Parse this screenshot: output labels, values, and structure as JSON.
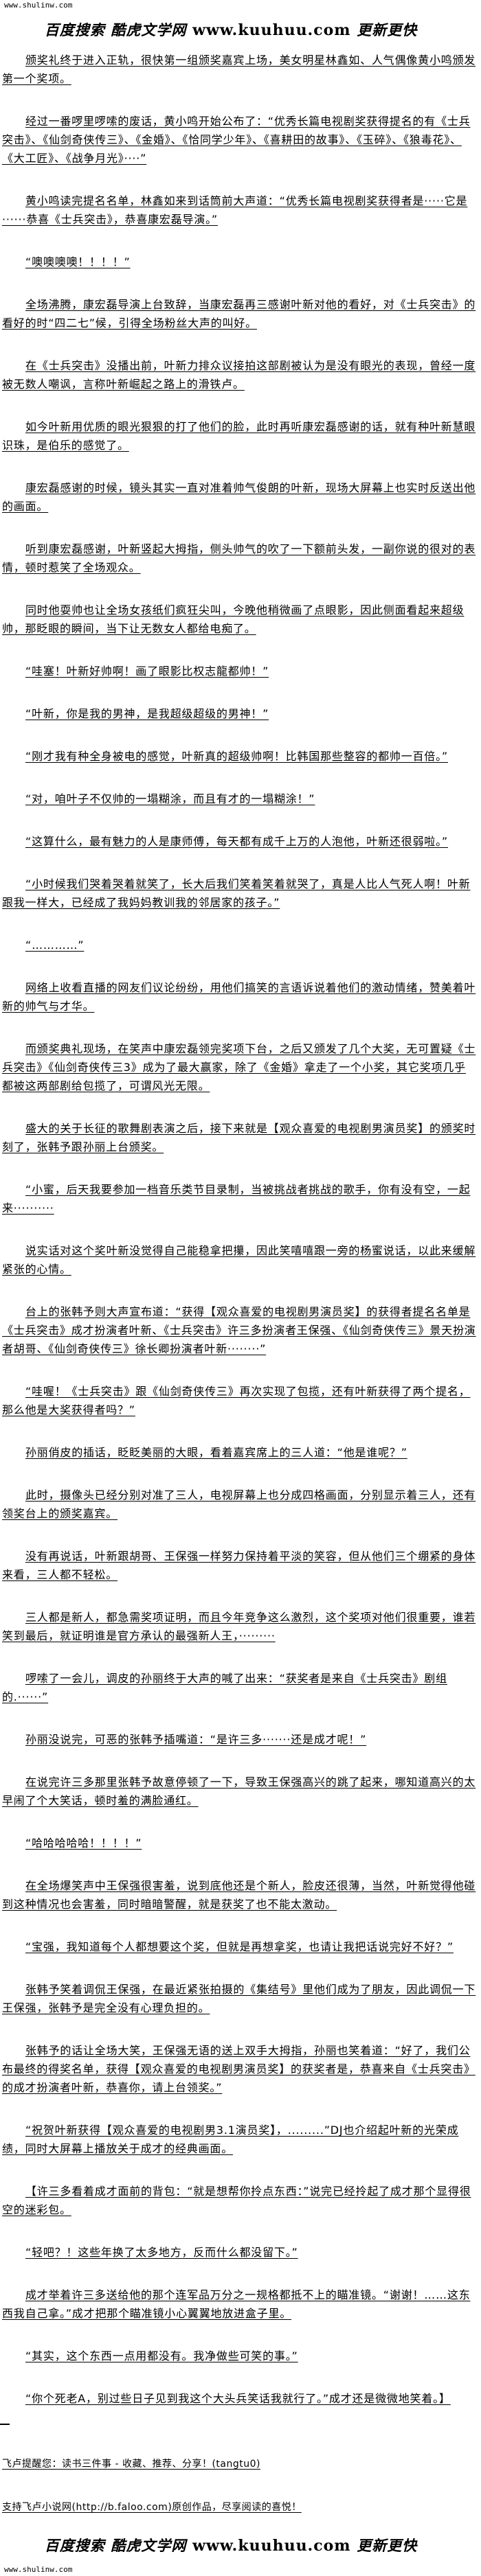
{
  "header": {
    "site_url": "www.shulinw.com",
    "banner": {
      "search_text": "百度搜索",
      "site_name": "酷虎文学网",
      "domain": "www.kuuhuu.com",
      "slogan": "更新更快"
    }
  },
  "paragraphs": [
    "颁奖礼终于进入正轨，很快第一组颁奖嘉宾上场，美女明星林鑫如、人气偶像黄小鸣颁发第一个奖项。",
    "经过一番啰里啰嗦的废话，黄小鸣开始公布了：“优秀长篇电视剧奖获得提名的有《士兵突击》、《仙剑奇侠传三》、《金婚》、《恰同学少年》、《喜耕田的故事》、《玉碎》、《狼毒花》、《大工匠》、《战争月光》····”",
    "黄小鸣读完提名名单，林鑫如来到话筒前大声道：“优秀长篇电视剧奖获得者是·····它是······恭喜《士兵突击》，恭喜康宏磊导演。”",
    "“噢噢噢噢！！！！”",
    "全场沸腾，康宏磊导演上台致辞，当康宏磊再三感谢叶新对他的看好，对《士兵突击》的看好的时“四二七”候，引得全场粉丝大声的叫好。",
    "在《士兵突击》没播出前，叶新力排众议接拍这部剧被认为是没有眼光的表现，曾经一度被无数人嘲讽，言称叶新崛起之路上的滑铁卢。",
    "如今叶新用优质的眼光狠狠的打了他们的脸，此时再听康宏磊感谢的话，就有种叶新慧眼识珠，是伯乐的感觉了。",
    "康宏磊感谢的时候，镜头其实一直对准着帅气俊朗的叶新，现场大屏幕上也实时反送出他的画面。",
    "听到康宏磊感谢，叶新竖起大拇指，侧头帅气的吹了一下额前头发，一副你说的很对的表情，顿时惹笑了全场观众。",
    "同时他耍帅也让全场女孩纸们疯狂尖叫，今晚他稍微画了点眼影，因此侧面看起来超级帅，那眨眼的瞬间，当下让无数女人都给电痴了。",
    "“哇塞！叶新好帅啊！画了眼影比权志龍都帅！”",
    "“叶新，你是我的男神，是我超级超级的男神！”",
    "“刚才我有种全身被电的感觉，叶新真的超级帅啊！比韩国那些整容的都帅一百倍。”",
    "“对，咱叶子不仅帅的一塌糊涂，而且有才的一塌糊涂！”",
    "“这算什么，最有魅力的人是康师傅，每天都有成千上万的人泡他，叶新还很弱啦。”",
    "“小时候我们哭着哭着就笑了，长大后我们笑着笑着就哭了，真是人比人气死人啊！叶新跟我一样大，已经成了我妈妈教训我的邻居家的孩子。”",
    "“…………”",
    "网络上收看直播的网友们议论纷纷，用他们搞笑的言语诉说着他们的激动情绪，赞美着叶新的帅气与才华。",
    "而颁奖典礼现场，在笑声中康宏磊领完奖项下台，之后又颁发了几个大奖，无可置疑《士兵突击》《仙剑奇侠传三3》成为了最大赢家，除了《金婚》拿走了一个小奖，其它奖项几乎都被这两部剧给包揽了，可谓风光无限。",
    "盛大的关于长征的歌舞剧表演之后，接下来就是【观众喜爱的电视剧男演员奖】的颁奖时刻了，张韩予跟孙丽上台颁奖。",
    "“小蜜，后天我要参加一档音乐类节目录制，当被挑战者挑战的歌手，你有没有空，一起来··········",
    "说实话对这个奖叶新没觉得自己能稳拿把攥，因此笑嘻嘻跟一旁的杨蜜说话，以此来缓解紧张的心情。",
    "台上的张韩予则大声宣布道：“获得【观众喜爱的电视剧男演员奖】的获得者提名名单是《士兵突击》成才扮演者叶新、《士兵突击》许三多扮演者王保强、《仙剑奇侠传三》景天扮演者胡哥、《仙剑奇侠传三》徐长卿扮演者叶新········”",
    "“哇喔！《士兵突击》跟《仙剑奇侠传三》再次实现了包揽，还有叶新获得了两个提名，那么他是大奖获得者吗？”",
    "孙丽俏皮的插话，眨眨美丽的大眼，看着嘉宾席上的三人道：“他是谁呢？”",
    "此时，摄像头已经分别对准了三人，电视屏幕上也分成四格画面，分别显示着三人，还有领奖台上的颁奖嘉宾。",
    "没有再说话，叶新跟胡哥、王保强一样努力保持着平淡的笑容，但从他们三个绷紧的身体来看，三人都不轻松。",
    "三人都是新人，都急需奖项证明，而且今年竞争这么激烈，这个奖项对他们很重要，谁若笑到最后，就证明谁是官方承认的最强新人王，·········",
    "啰嗦了一会儿，调皮的孙丽终于大声的喊了出来：“获奖者是来自《士兵突击》剧组的.······”",
    "孙丽没说完，可恶的张韩予插嘴道：“是许三多·······还是成才呢！”",
    "在说完许三多那里张韩予故意停顿了一下，导致王保强高兴的跳了起来，哪知道高兴的太早闹了个大笑话，顿时羞的满脸通红。",
    "“哈哈哈哈哈！！！！”",
    "在全场爆笑声中王保强很害羞，说到底他还是个新人，脸皮还很薄，当然，叶新觉得他碰到这种情况也会害羞，同时暗暗警醒，就是获奖了也不能太激动。",
    "“宝强，我知道每个人都想要这个奖，但就是再想拿奖，也请让我把话说完好不好？”",
    "张韩予笑着调侃王保强，在最近紧张拍摄的《集结号》里他们成为了朋友，因此调侃一下王保强，张韩予是完全没有心理负担的。",
    "张韩予的话让全场大笑，王保强无语的送上双手大拇指，孙丽也笑着道：“好了，我们公布最终的得奖名单，获得【观众喜爱的电视剧男演员奖】的获奖者是，恭喜来自《士兵突击》的成才扮演者叶新，恭喜你，请上台领奖。”",
    "“祝贺叶新获得【观众喜爱的电视剧男3.1演员奖】，.........”DJ也介绍起叶新的光荣成绩，同时大屏幕上播放关于成才的经典画面。",
    "【许三多看着成才面前的背包：“就是想帮你拎点东西：”说完已经拎起了成才那个显得很空的迷彩包。",
    "“轻吧？！这些年换了太多地方，反而什么都没留下。”",
    "成才举着许三多送给他的那个连军品万分之一规格都抵不上的瞄准镜。“谢谢！……这东西我自己拿。”成才把那个瞄准镜小心翼翼地放进盒子里。",
    "“其实，这个东西一点用都没有。我净做些可笑的事。”",
    "“你个死老A，别过些日子见到我这个大头兵笑话我就行了。”成才还是微微地笑着。】"
  ],
  "footer": {
    "reminder": "飞卢提醒您：读书三件事 - 收藏、推荐、分享！(tangtu0)",
    "support": "支持飞卢小说网(http://b.faloo.com)原创作品，尽享阅读的喜悦！",
    "site_url": "www.shulinw.com",
    "banner": {
      "search_text": "百度搜索",
      "site_name": "酷虎文学网",
      "domain": "www.kuuhuu.com",
      "slogan": "更新更快"
    }
  }
}
